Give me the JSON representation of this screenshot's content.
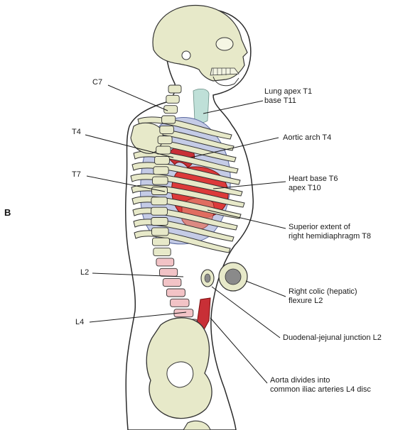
{
  "figure": {
    "panel_letter": "B",
    "colors": {
      "bone": "#e7e9c9",
      "bone_outline": "#333333",
      "lung": "#c4cbe6",
      "heart": "#dc3a3a",
      "aorta": "#c82f36",
      "trachea": "#bfe0d8",
      "outline": "#2b2b2b"
    }
  },
  "labels": {
    "c7": "C7",
    "t4": "T4",
    "t7": "T7",
    "l2": "L2",
    "l4": "L4",
    "lung_apex_1": "Lung apex T1",
    "lung_apex_2": "base T11",
    "aortic_arch": "Aortic arch T4",
    "heart_base_1": "Heart base T6",
    "heart_base_2": "apex T10",
    "diaphragm_1": "Superior extent of",
    "diaphragm_2": "right hemidiaphragm T8",
    "colic_1": "Right colic (hepatic)",
    "colic_2": "flexure L2",
    "duodenal": "Duodenal-jejunal junction L2",
    "aorta_1": "Aorta divides into",
    "aorta_2": "common iliac arteries L4 disc"
  }
}
